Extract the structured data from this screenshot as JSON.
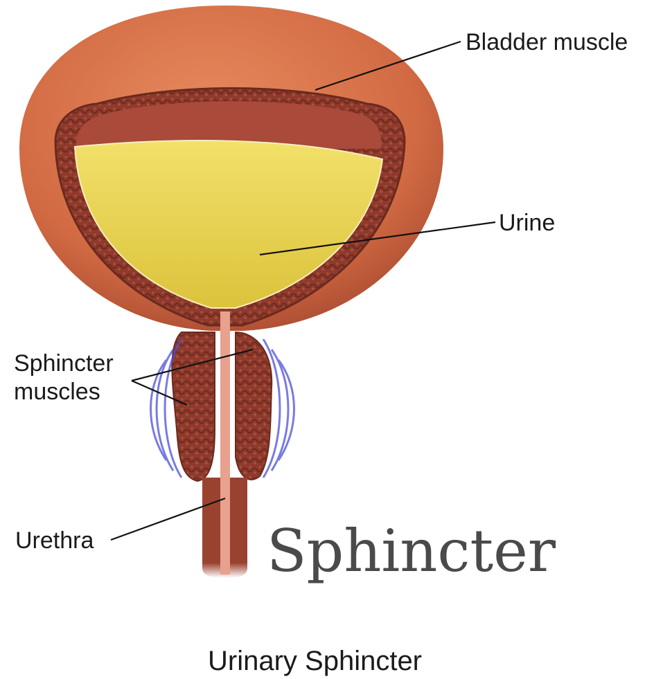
{
  "labels": {
    "bladder_muscle": "Bladder muscle",
    "urine": "Urine",
    "sphincter_muscles_line1": "Sphincter",
    "sphincter_muscles_line2": "muscles",
    "urethra": "Urethra"
  },
  "overlay_title": "Sphincter",
  "caption": "Urinary Sphincter",
  "colors": {
    "outer_wall": "#d9734a",
    "muscle_layer": "#8e3a2c",
    "inner_lining": "#b04e3c",
    "urine": "#e8d64a",
    "urethra_lumen": "#e8a08f",
    "contraction_arcs": "#4b4fd8"
  }
}
